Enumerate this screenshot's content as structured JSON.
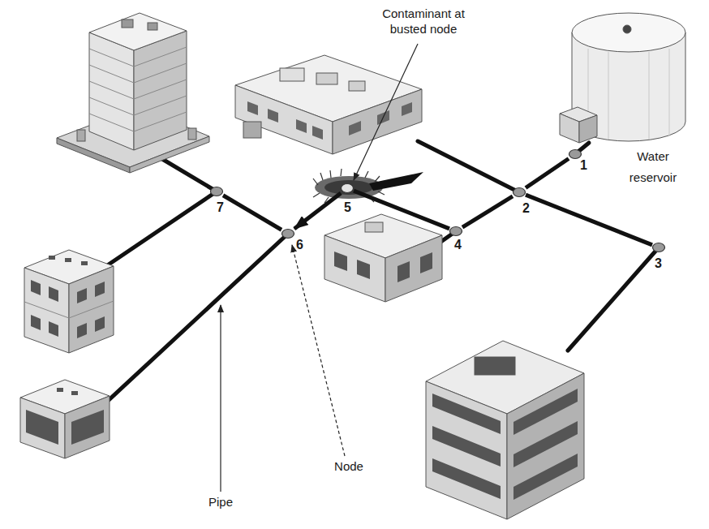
{
  "diagram": {
    "nodes": [
      {
        "text": [
          "1"
        ]
      },
      {
        "text": [
          "2"
        ]
      },
      {
        "text": [
          "3"
        ]
      },
      {
        "text": [
          "4"
        ]
      },
      {
        "text": [
          "5"
        ]
      },
      {
        "text": [
          "6"
        ]
      },
      {
        "text": [
          "7"
        ]
      }
    ],
    "edges": [
      {
        "from": 0,
        "to": 1,
        "arrow": "none"
      },
      {
        "from": 1,
        "to": 2,
        "arrow": "none"
      },
      {
        "from": 1,
        "to": 3,
        "arrow": "none"
      },
      {
        "from": 3,
        "to": 4,
        "arrow": "none"
      },
      {
        "from": 4,
        "to": 5,
        "arrow": "to"
      },
      {
        "from": 5,
        "to": 6,
        "arrow": "none"
      }
    ],
    "labels": [
      "Contaminant at busted node",
      "Water reservoir",
      "Pipe",
      "Node"
    ]
  }
}
